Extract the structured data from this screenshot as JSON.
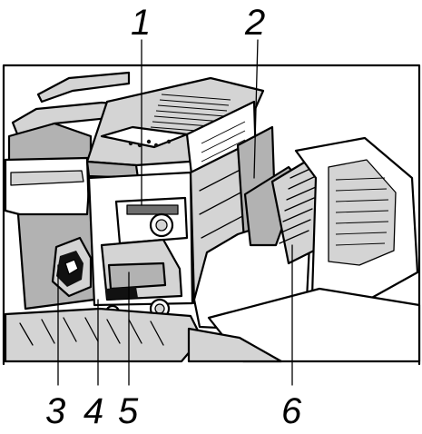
{
  "figure": {
    "callouts": [
      {
        "id": "1",
        "label": "1"
      },
      {
        "id": "2",
        "label": "2"
      },
      {
        "id": "3",
        "label": "3"
      },
      {
        "id": "4",
        "label": "4"
      },
      {
        "id": "5",
        "label": "5"
      },
      {
        "id": "6",
        "label": "6"
      }
    ]
  },
  "colors": {
    "line": "#000000",
    "light_gray": "#d4d4d4",
    "mid_gray": "#b2b2b2",
    "dark_gray": "#6e6e6e",
    "background": "#ffffff"
  }
}
